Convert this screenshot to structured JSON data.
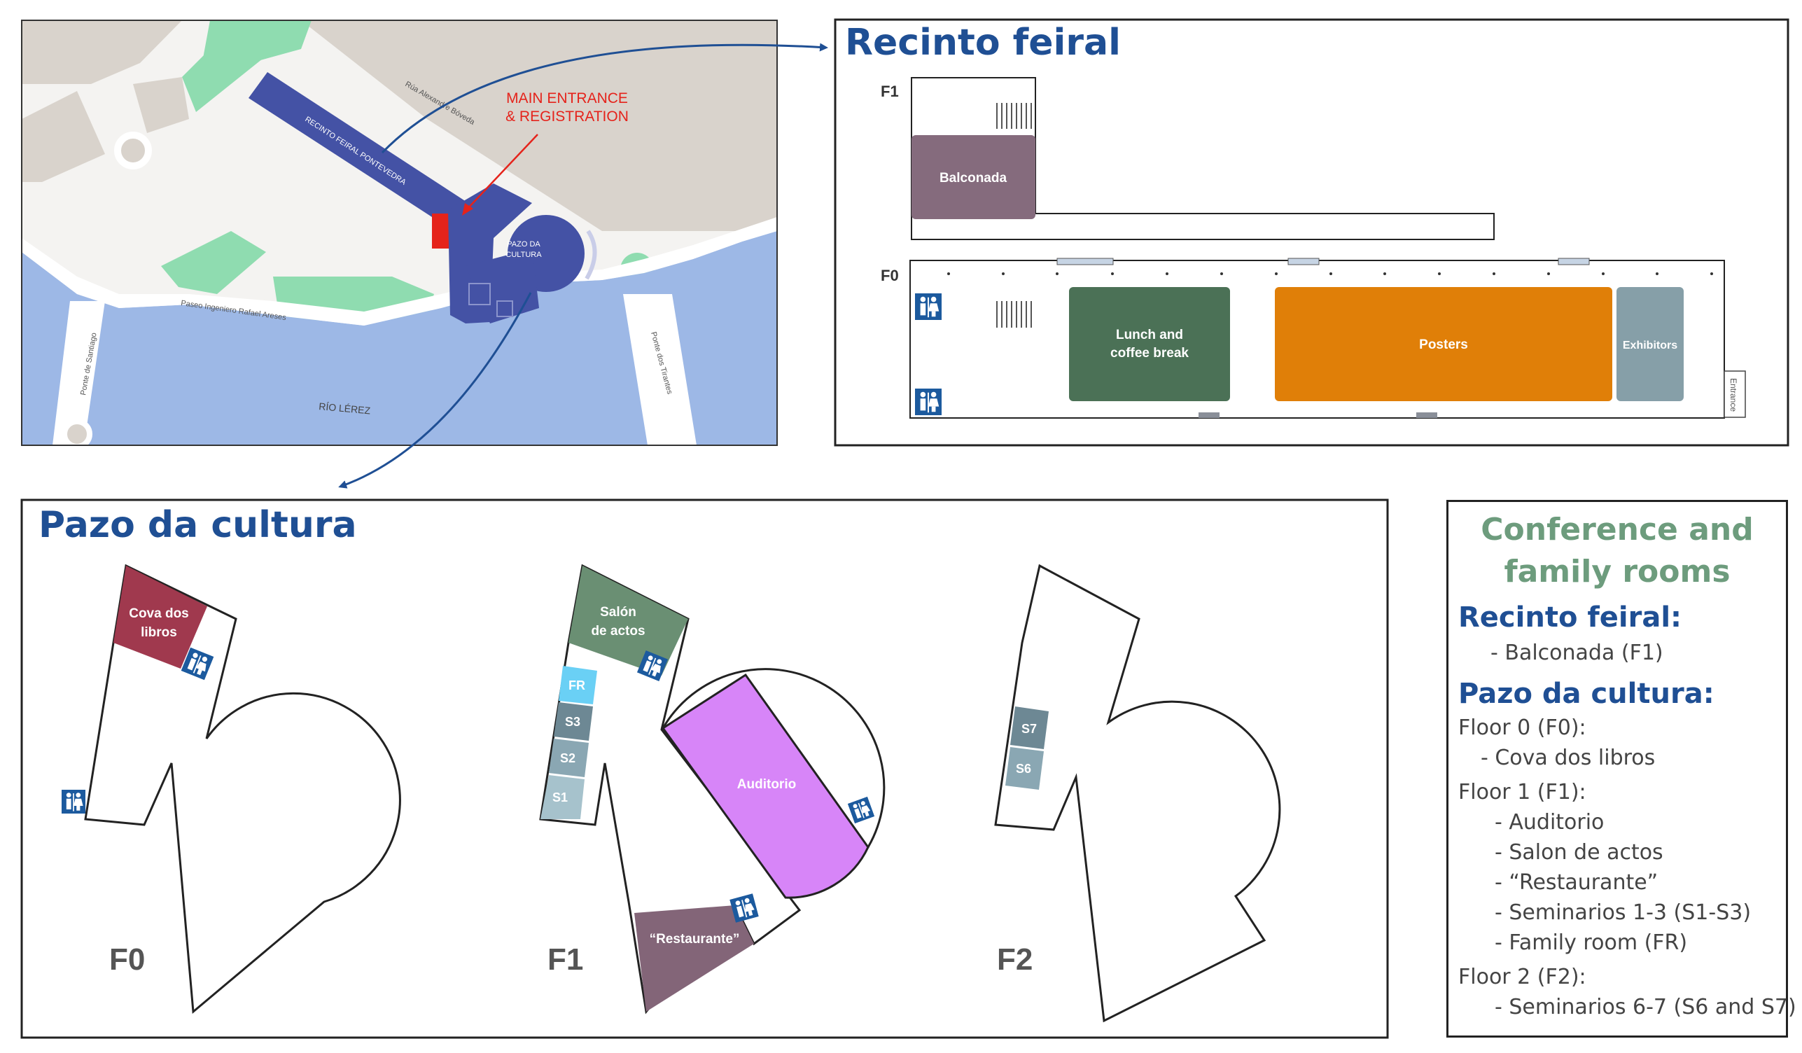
{
  "colors": {
    "brand_blue": "#1f4f94",
    "building_blue": "#4452a5",
    "entrance_red": "#e5231b",
    "river": "#9db8e6",
    "park_green": "#8fdcb0",
    "legend_green": "#6d9c7d",
    "balconada": "#856b7d",
    "lunch": "#4b7156",
    "posters": "#e07f08",
    "exhibitors": "#869fa8",
    "cova": "#a0394e",
    "salon": "#6a8f73",
    "auditorio": "#d785f8",
    "restaurante": "#836578",
    "family_room": "#6ad0f5",
    "seminar": "#6d8894"
  },
  "site_map": {
    "entrance_label_1": "MAIN ENTRANCE",
    "entrance_label_2": "& REGISTRATION",
    "recinto_label": "RECINTO FEIRAL PONTEVEDRA",
    "pazo_label_1": "PAZO DA",
    "pazo_label_2": "CULTURA",
    "street_boveda": "Rúa Alexandre Bóveda",
    "street_paseo": "Paseo Ingeniero Rafael Areses",
    "bridge_santiago": "Ponte de Santiago",
    "bridge_tirantes": "Ponte dos Tirantes",
    "river_label": "RÍO LÉREZ"
  },
  "recinto": {
    "title": "Recinto feiral",
    "floor1_label": "F1",
    "floor0_label": "F0",
    "balconada": "Balconada",
    "lunch_1": "Lunch and",
    "lunch_2": "coffee break",
    "posters": "Posters",
    "exhibitors": "Exhibitors",
    "entrance": "Entrance"
  },
  "pazo": {
    "title": "Pazo da cultura",
    "f0_label": "F0",
    "f1_label": "F1",
    "f2_label": "F2",
    "cova_1": "Cova dos",
    "cova_2": "libros",
    "salon_1": "Salón",
    "salon_2": "de actos",
    "fr": "FR",
    "s1": "S1",
    "s2": "S2",
    "s3": "S3",
    "s6": "S6",
    "s7": "S7",
    "auditorio": "Auditorio",
    "restaurante": "“Restaurante”"
  },
  "legend": {
    "title_1": "Conference and",
    "title_2": "family rooms",
    "recinto_heading": "Recinto feiral:",
    "recinto_item": "- Balconada (F1)",
    "pazo_heading": "Pazo da cultura:",
    "floor0": "Floor 0 (F0):",
    "floor0_item": "- Cova dos libros",
    "floor1": "Floor 1 (F1):",
    "floor1_items": [
      "-  Auditorio",
      "-  Salon de actos",
      "-  “Restaurante”",
      "-  Seminarios 1-3 (S1-S3)",
      "-  Family room (FR)"
    ],
    "floor2": "Floor 2 (F2):",
    "floor2_item": "-  Seminarios 6-7 (S6 and S7)"
  }
}
